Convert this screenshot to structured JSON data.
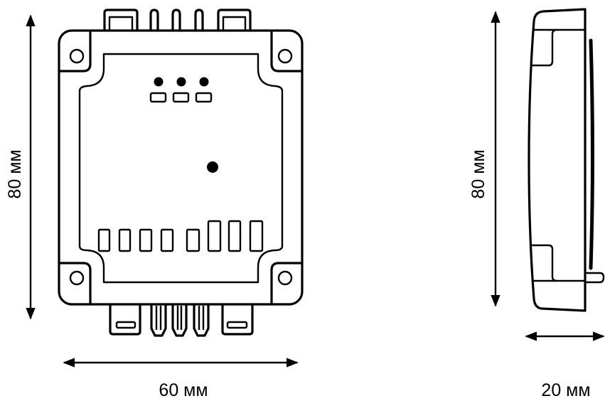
{
  "front_view": {
    "height_label": "80 мм",
    "width_label": "60 мм"
  },
  "side_view": {
    "height_label": "80 мм",
    "depth_label": "20 мм"
  },
  "colors": {
    "line": "#000000",
    "background": "#ffffff"
  }
}
